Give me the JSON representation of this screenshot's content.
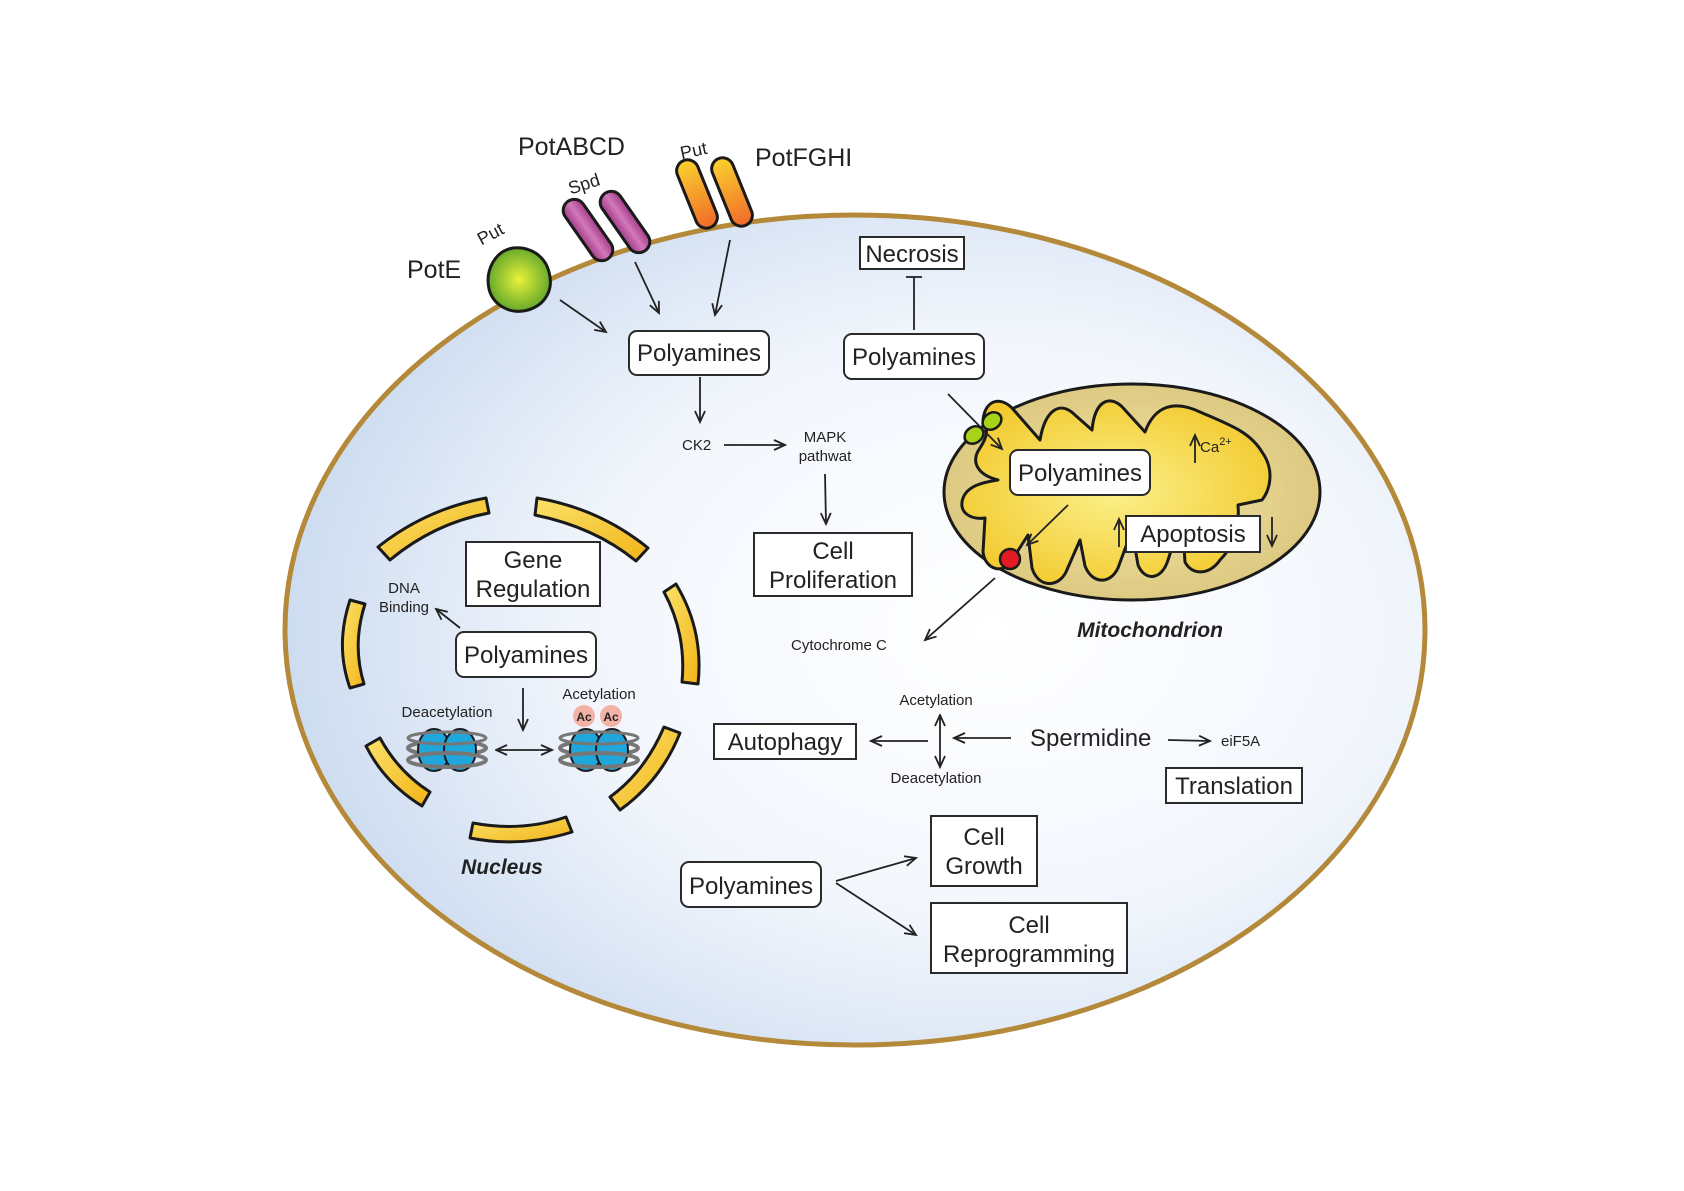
{
  "transporters": {
    "potE": "PotE",
    "potE_substrate": "Put",
    "potABCD": "PotABCD",
    "potABCD_substrate": "Spd",
    "potFGHI": "PotFGHI",
    "potFGHI_substrate": "Put"
  },
  "top": {
    "polyamines": "Polyamines",
    "ck2": "CK2",
    "mapk_line1": "MAPK",
    "mapk_line2": "pathwat",
    "cell_prolif_line1": "Cell",
    "cell_prolif_line2": "Proliferation"
  },
  "necrosis": {
    "label": "Necrosis",
    "polyamines": "Polyamines"
  },
  "mitochondrion": {
    "polyamines": "Polyamines",
    "apoptosis": "Apoptosis",
    "calcium": "Ca",
    "calcium_sup": "2+",
    "cytochrome": "Cytochrome C",
    "name": "Mitochondrion"
  },
  "nucleus": {
    "gene_reg_line1": "Gene",
    "gene_reg_line2": "Regulation",
    "dna_line1": "DNA",
    "dna_line2": "Binding",
    "polyamines": "Polyamines",
    "deacetylation": "Deacetylation",
    "acetylation": "Acetylation",
    "ac": "Ac",
    "name": "Nucleus"
  },
  "spermidine": {
    "acetylation": "Acetylation",
    "deacetylation": "Deacetylation",
    "autophagy": "Autophagy",
    "spermidine": "Spermidine",
    "eif5a": "eiF5A",
    "translation": "Translation"
  },
  "growth": {
    "polyamines": "Polyamines",
    "cell_growth_line1": "Cell",
    "cell_growth_line2": "Growth",
    "reprog_line1": "Cell",
    "reprog_line2": "Reprogramming"
  },
  "colors": {
    "cell_membrane": "#b5893a",
    "cytoplasm_edge": "#cfdcef",
    "mito_outer": "#e8d48a",
    "mito_inner": "#f6d33a",
    "nucleus_envelope": "#f7c928",
    "histone": "#1fa7dc",
    "ac_badge": "#f2b3a6",
    "pote": "#a6d21a",
    "potabcd": "#c0589e",
    "potfghi": "#f6a12a",
    "cytochrome_dot": "#e31b23"
  }
}
